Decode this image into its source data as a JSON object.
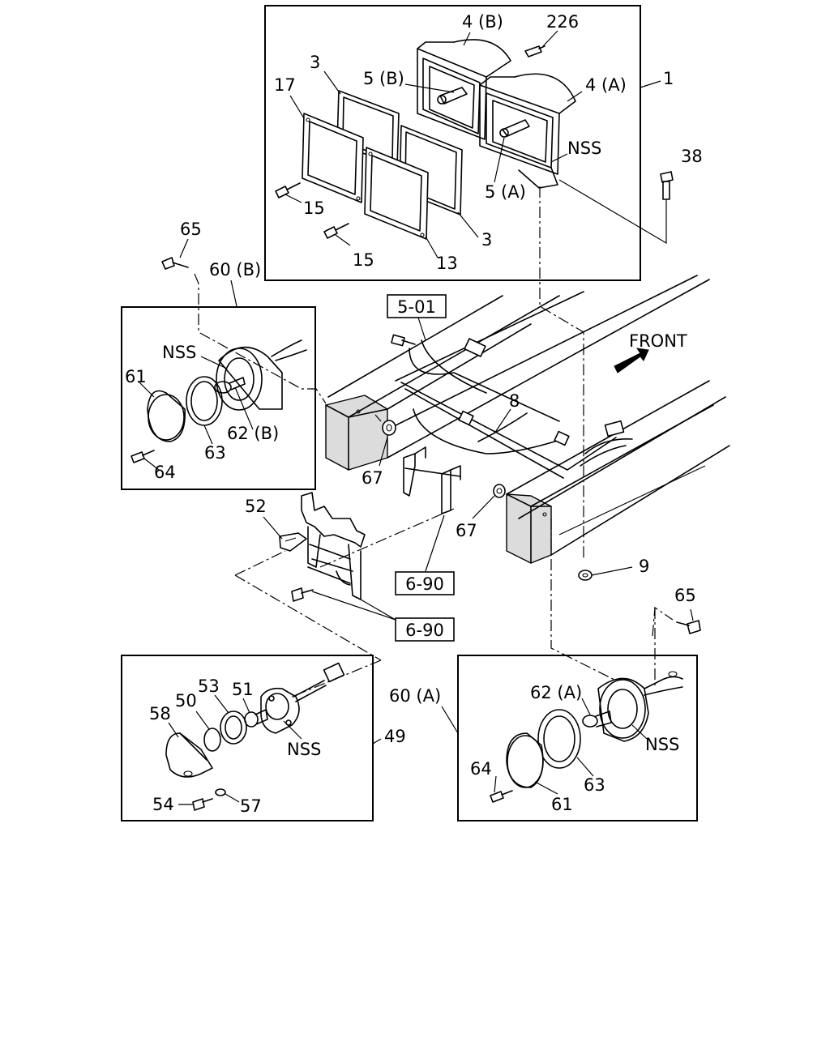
{
  "labels": {
    "l_4b": "4 (B)",
    "l_226": "226",
    "l_3_top": "3",
    "l_5b": "5 (B)",
    "l_4a": "4 (A)",
    "l_1": "1",
    "l_17": "17",
    "l_nss_top": "NSS",
    "l_38": "38",
    "l_5a": "5 (A)",
    "l_15_a": "15",
    "l_3_bottom": "3",
    "l_15_b": "15",
    "l_13": "13",
    "l_65_top": "65",
    "l_60b": "60 (B)",
    "l_nss_left": "NSS",
    "l_61_top": "61",
    "l_62b": "62 (B)",
    "l_63_top": "63",
    "l_64_top": "64",
    "l_front": "FRONT",
    "l_8": "8",
    "l_67_a": "67",
    "l_67_b": "67",
    "l_52": "52",
    "l_9": "9",
    "l_65_bottom": "65",
    "l_62a": "62 (A)",
    "l_60a": "60 (A)",
    "l_nss_right": "NSS",
    "l_64_bottom": "64",
    "l_63_bottom": "63",
    "l_61_bottom": "61",
    "l_53": "53",
    "l_51": "51",
    "l_50": "50",
    "l_58": "58",
    "l_nss_bottom": "NSS",
    "l_49": "49",
    "l_54": "54",
    "l_57": "57"
  },
  "refs": {
    "r_501": "5-01",
    "r_690_a": "6-90",
    "r_690_b": "6-90"
  }
}
